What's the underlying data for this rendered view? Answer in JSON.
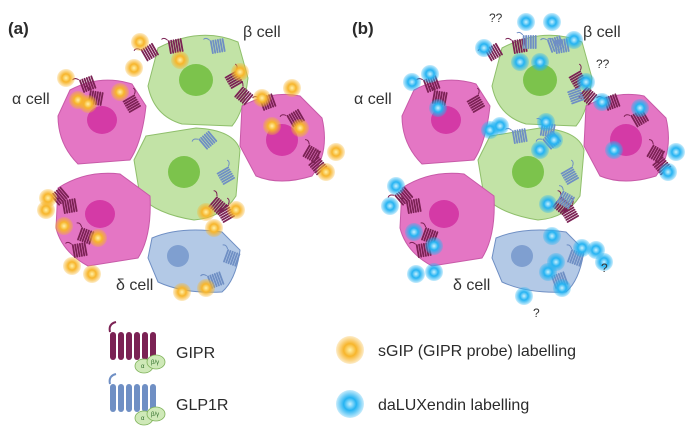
{
  "panels": [
    {
      "label": "(a)",
      "alpha_label": "α cell",
      "beta_label": "β cell",
      "delta_label": "δ cell"
    },
    {
      "label": "(b)",
      "alpha_label": "α cell",
      "beta_label": "β cell",
      "delta_label": "δ cell",
      "question_marks": [
        "??",
        "??",
        "?",
        "?"
      ]
    }
  ],
  "legend": {
    "gipr": "GIPR",
    "glp1r": "GLP1R",
    "alpha_sub": "α",
    "beta_gamma_sub": "β/γ",
    "sgip": "sGIP (GIPR probe) labelling",
    "dalux": "daLUXendin labelling"
  },
  "colors": {
    "alpha_cell": "#e476c4",
    "alpha_nucleus": "#d43aa6",
    "beta_cell": "#c2e3a6",
    "beta_nucleus": "#7cc34c",
    "delta_cell": "#b3c9e6",
    "delta_nucleus": "#7f9fd0",
    "gipr": "#7b2254",
    "glp1r": "#6f8fc4",
    "sgip": "#f7b52b",
    "dalux": "#25b3f2"
  }
}
